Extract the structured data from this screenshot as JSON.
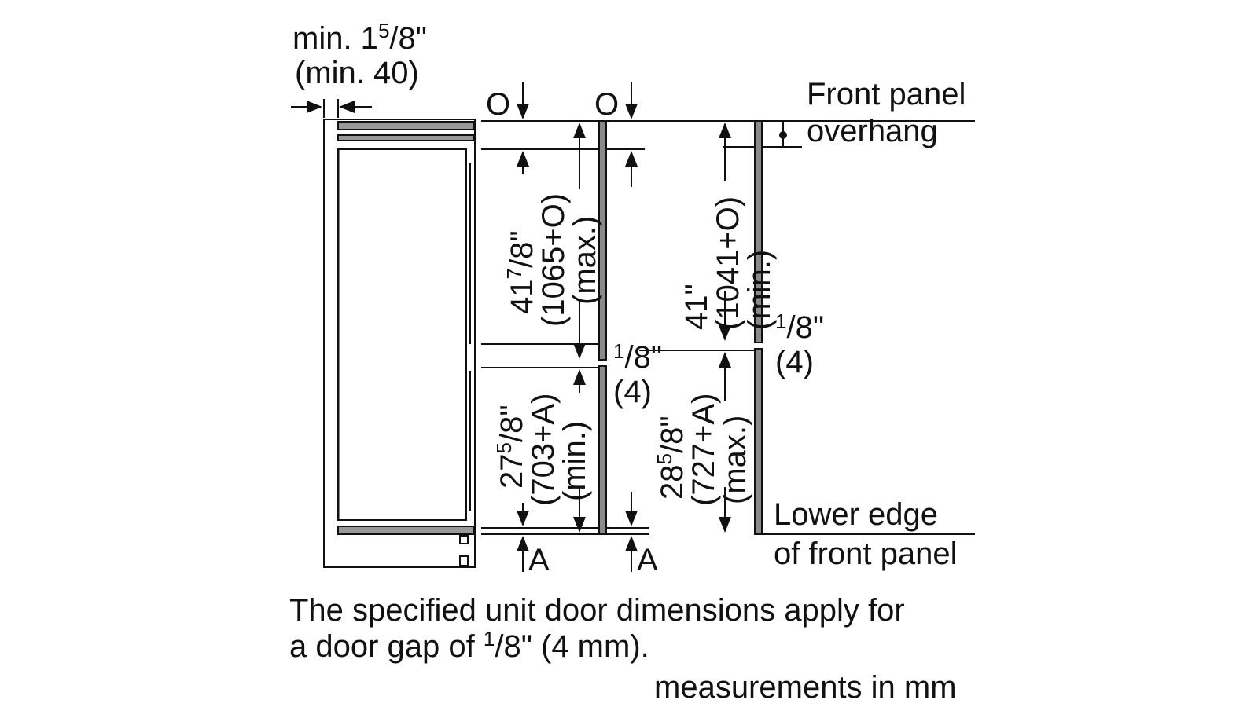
{
  "gap_min": {
    "prefix": "min. 1",
    "num": "5",
    "rest": "/8\"",
    "metric": "(min. 40)"
  },
  "top_left_O": "O",
  "top_mid_O": "O",
  "front_panel_overhang": {
    "line1": "Front panel",
    "line2": "overhang"
  },
  "upper_max": {
    "whole": "41",
    "num": "7",
    "rest": "/8\"",
    "metric": "(1065+O)",
    "note": "(max.)"
  },
  "upper_min": {
    "label": "41\"",
    "metric": "(1041+O)",
    "note": "(min.)"
  },
  "gap_mid": {
    "num": "1",
    "rest": "/8\"",
    "metric": "(4)"
  },
  "gap_right": {
    "num": "1",
    "rest": "/8\"",
    "metric": "(4)"
  },
  "lower_min": {
    "whole": "27",
    "num": "5",
    "rest": "/8\"",
    "metric": "(703+A)",
    "note": "(min.)"
  },
  "lower_max": {
    "whole": "28",
    "num": "5",
    "rest": "/8\"",
    "metric": "(727+A)",
    "note": "(max.)"
  },
  "lower_edge": {
    "line1": "Lower edge",
    "line2": "of front panel"
  },
  "bottom_left_A": "A",
  "bottom_mid_A": "A",
  "note": {
    "line1": "The specified unit door dimensions apply for",
    "line2_a": "a door gap of ",
    "line2_num": "1",
    "line2_b": "/8\" (4 mm)."
  },
  "units_note": "measurements in mm"
}
